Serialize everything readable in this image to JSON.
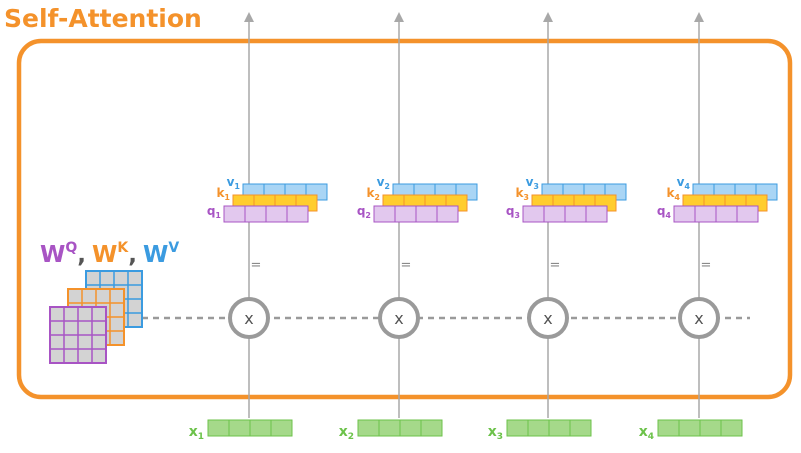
{
  "title": "Self-Attention",
  "weights": {
    "q_base": "W",
    "q_sup": "Q",
    "k_base": "W",
    "k_sup": "K",
    "v_base": "W",
    "v_sup": "V",
    "separator": ","
  },
  "equals": "=",
  "operator": "x",
  "columns": [
    {
      "x_base": "x",
      "x_sub": "1",
      "q_base": "q",
      "q_sub": "1",
      "k_base": "k",
      "k_sub": "1",
      "v_base": "v",
      "v_sub": "1"
    },
    {
      "x_base": "x",
      "x_sub": "2",
      "q_base": "q",
      "q_sub": "2",
      "k_base": "k",
      "k_sub": "2",
      "v_base": "v",
      "v_sub": "2"
    },
    {
      "x_base": "x",
      "x_sub": "3",
      "q_base": "q",
      "q_sub": "3",
      "k_base": "k",
      "k_sub": "3",
      "v_base": "v",
      "v_sub": "3"
    },
    {
      "x_base": "x",
      "x_sub": "4",
      "q_base": "q",
      "q_sub": "4",
      "k_base": "k",
      "k_sub": "4",
      "v_base": "v",
      "v_sub": "4"
    }
  ],
  "colors": {
    "accent_orange": "#f4922b",
    "query_purple": "#a854c4",
    "key_orange": "#f4922b",
    "value_blue": "#3b9be0",
    "input_green": "#6cc24a",
    "query_fill": "#e2c8ee",
    "key_fill": "#ffcd2e",
    "value_fill": "#a9d5f5",
    "input_fill": "#a5d98a",
    "matrix_fill": "#d3d3d3",
    "line_gray": "#a8a8a8",
    "circle_gray": "#9a9a9a"
  }
}
